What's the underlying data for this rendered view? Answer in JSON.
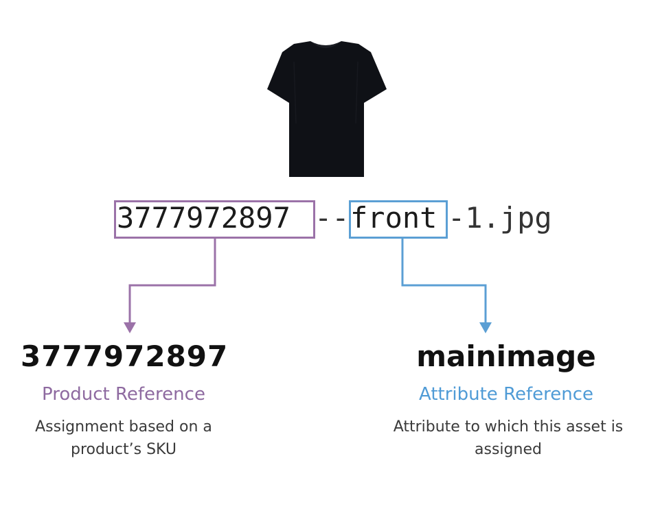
{
  "filename": {
    "sku_part": "3777972897",
    "separator": "--",
    "attribute_part": "front",
    "suffix": "-1.jpg"
  },
  "left": {
    "value": "3777972897",
    "reference": "Product Reference",
    "description": "Assignment based on a product’s SKU"
  },
  "right": {
    "value": "mainimage",
    "reference": "Attribute Reference",
    "description": "Attribute to which this asset is assigned"
  },
  "colors": {
    "product": "#9b72a8",
    "attribute": "#5b9fd4",
    "shirt": "#0f1116"
  },
  "icons": {
    "product_image": "tshirt-icon"
  }
}
